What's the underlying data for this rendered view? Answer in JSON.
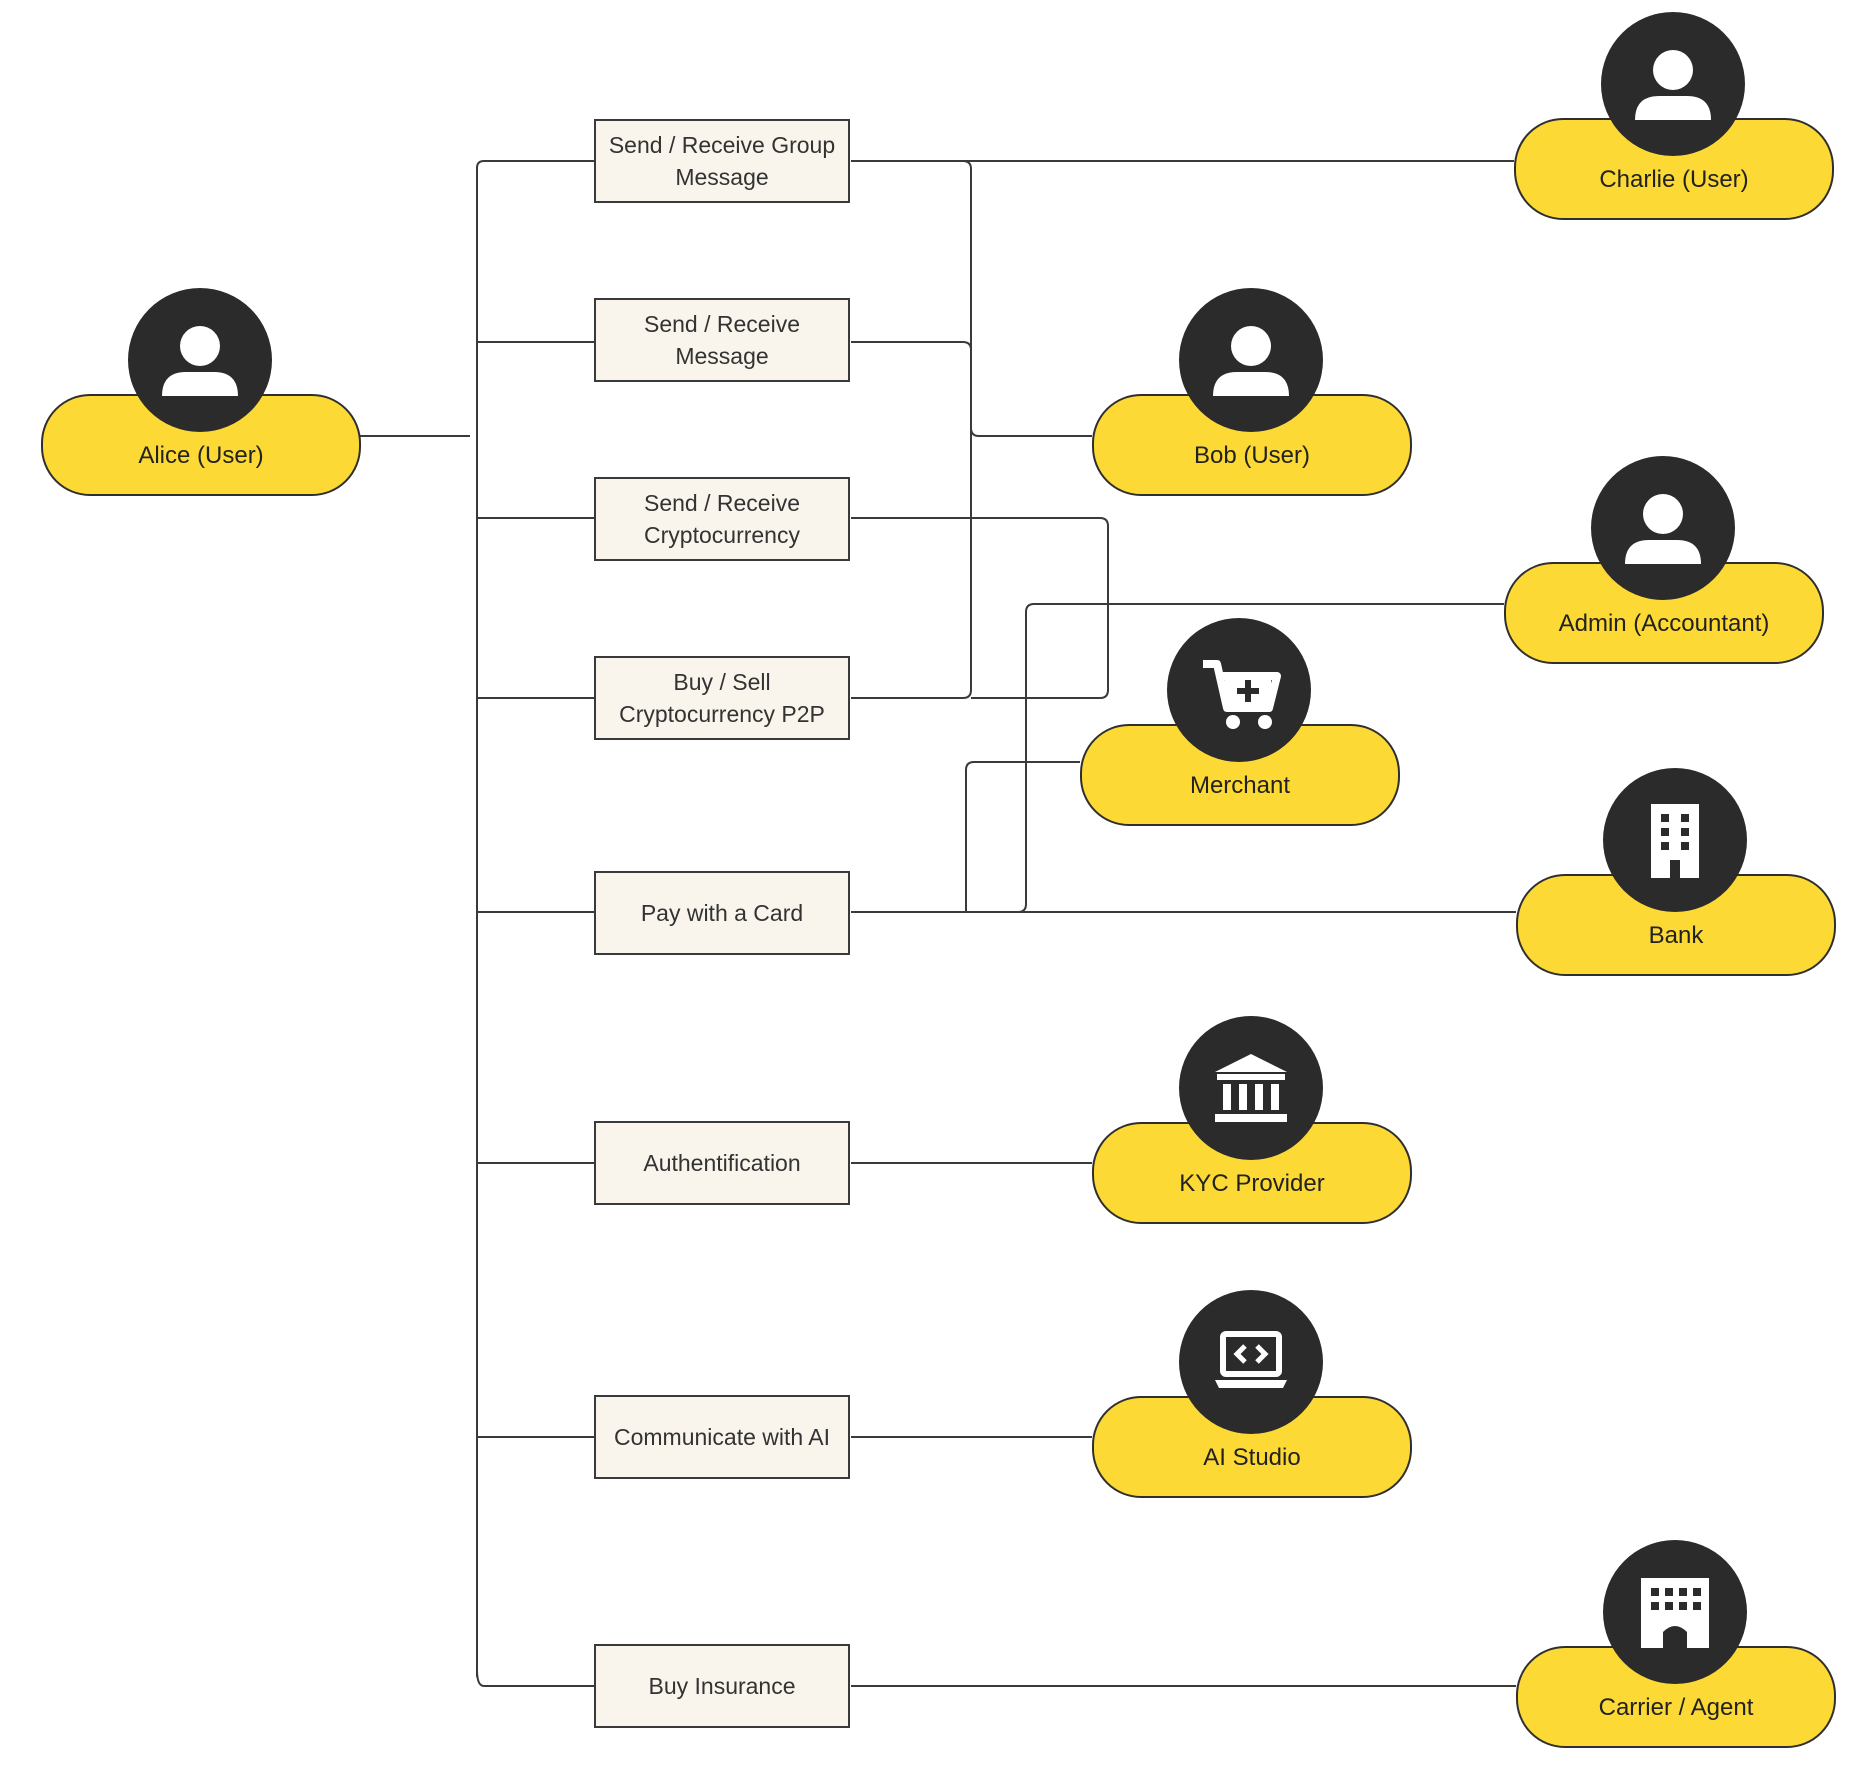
{
  "colors": {
    "pill_fill": "#fcd935",
    "icon_circle": "#2b2b2b",
    "usecase_fill": "#faf5ec",
    "line": "#3a3a3a"
  },
  "actors": {
    "alice": {
      "label": "Alice (User)",
      "icon": "user-icon"
    },
    "charlie": {
      "label": "Charlie (User)",
      "icon": "user-icon"
    },
    "bob": {
      "label": "Bob (User)",
      "icon": "user-icon"
    },
    "admin": {
      "label": "Admin (Accountant)",
      "icon": "user-icon"
    },
    "merchant": {
      "label": "Merchant",
      "icon": "cart-plus-icon"
    },
    "bank": {
      "label": "Bank",
      "icon": "building-icon"
    },
    "kyc": {
      "label": "KYC Provider",
      "icon": "bank-columns-icon"
    },
    "ai": {
      "label": "AI Studio",
      "icon": "laptop-code-icon"
    },
    "carrier": {
      "label": "Carrier / Agent",
      "icon": "office-building-icon"
    }
  },
  "usecases": {
    "group_message": "Send / Receive Group Message",
    "message": "Send / Receive Message",
    "crypto": "Send / Receive Cryptocurrency",
    "p2p": "Buy / Sell Cryptocurrency P2P",
    "card": "Pay with a Card",
    "auth": "Authentification",
    "ai": "Communicate with AI",
    "insurance": "Buy Insurance"
  }
}
